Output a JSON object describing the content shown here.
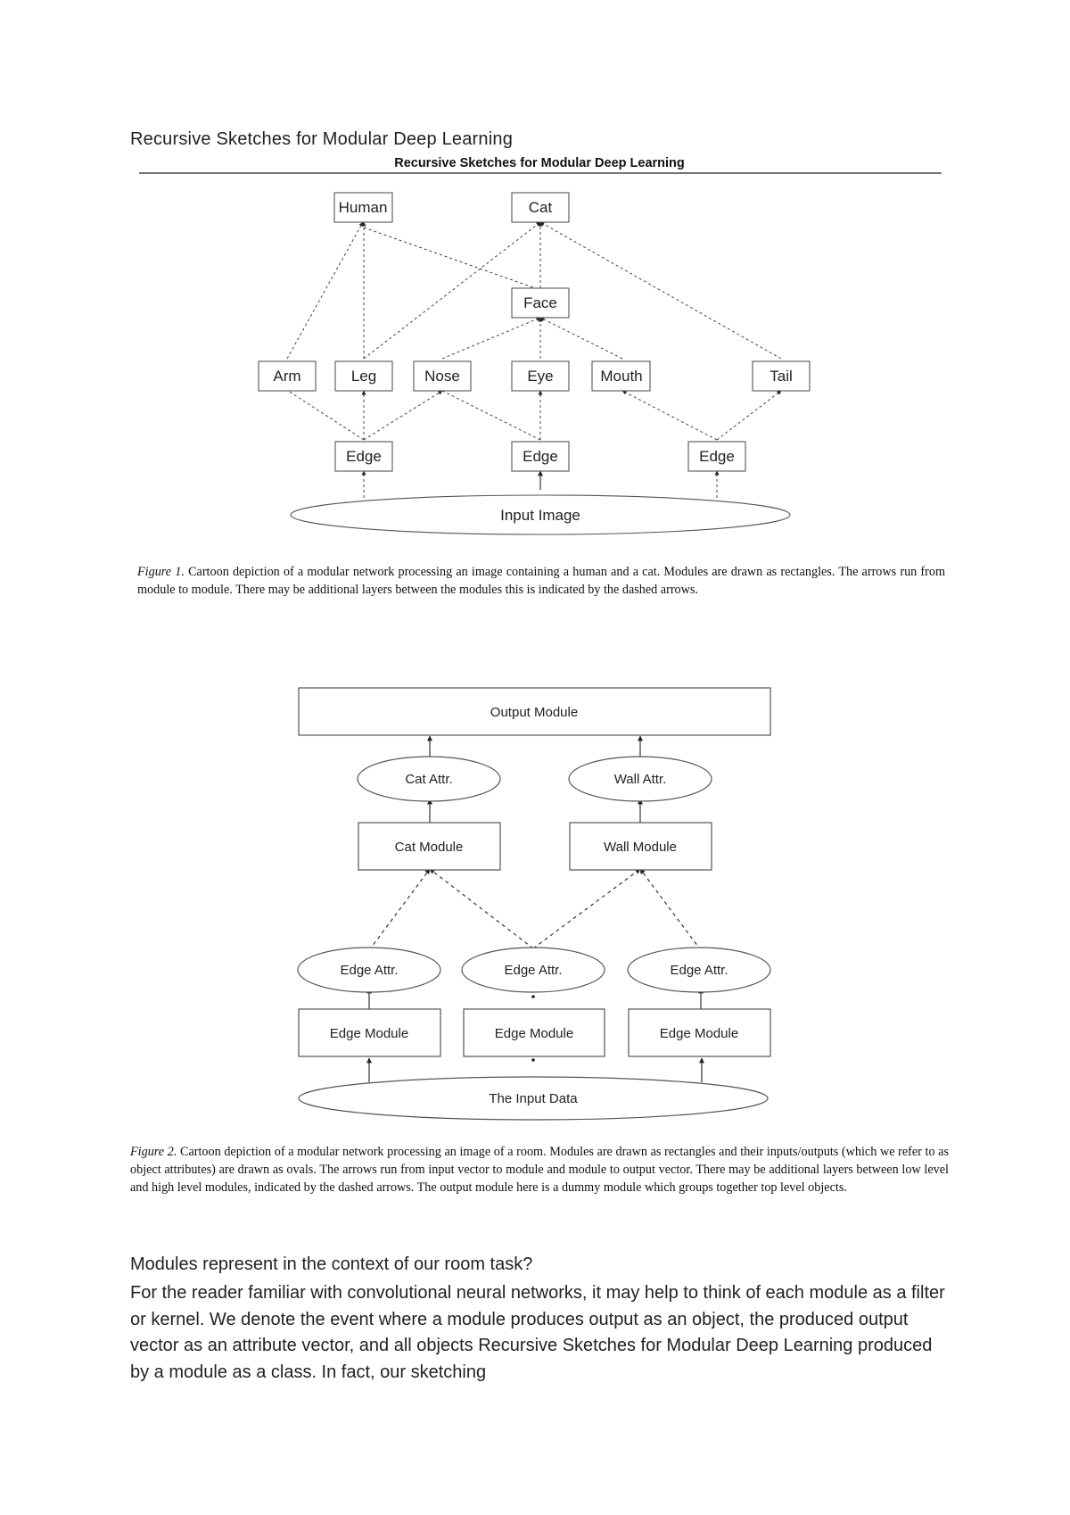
{
  "document": {
    "title": "Recursive Sketches for Modular Deep Learning"
  },
  "figure1": {
    "paper_header": "Recursive Sketches for Modular Deep Learning",
    "nodes": {
      "human": "Human",
      "cat": "Cat",
      "face": "Face",
      "arm": "Arm",
      "leg": "Leg",
      "nose": "Nose",
      "eye": "Eye",
      "mouth": "Mouth",
      "tail": "Tail",
      "edge_1": "Edge",
      "edge_2": "Edge",
      "edge_3": "Edge",
      "input": "Input Image"
    },
    "caption": {
      "label": "Figure 1.",
      "text": " Cartoon depiction of a modular network processing an image containing a human and a cat. Modules are drawn as rectangles. The arrows run from module to module. There may be additional layers between the modules    this is indicated by the dashed arrows."
    }
  },
  "figure2": {
    "nodes": {
      "output_module": "Output Module",
      "cat_attr": "Cat Attr.",
      "wall_attr": "Wall Attr.",
      "cat_module": "Cat Module",
      "wall_module": "Wall Module",
      "edge_attr_1": "Edge Attr.",
      "edge_attr_2": "Edge Attr.",
      "edge_attr_3": "Edge Attr.",
      "edge_module_1": "Edge Module",
      "edge_module_2": "Edge Module",
      "edge_module_3": "Edge Module",
      "input_data": "The Input Data"
    },
    "caption": {
      "label": "Figure 2.",
      "text": " Cartoon depiction of a modular network processing an image of a room. Modules are drawn as rectangles and their inputs/outputs (which we refer to as object attributes) are drawn as ovals. The arrows run from input vector to module and module to output vector. There may be additional layers between low level and high level modules, indicated by the dashed arrows. The output module here is a dummy module which groups together top level objects."
    }
  },
  "body": {
    "heading": "Modules represent in the context of our room task?",
    "paragraph": "For the reader familiar with convolutional neural networks, it may help to think of each module as a filter or kernel. We denote the event where a module produces output as an object, the produced output vector as an attribute vector, and all objects Recursive Sketches for Modular Deep Learning produced by a module as a class. In fact, our sketching"
  }
}
